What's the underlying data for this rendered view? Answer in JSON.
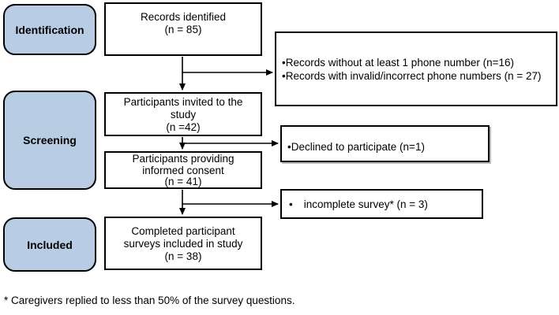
{
  "stages": {
    "identification": "Identification",
    "screening": "Screening",
    "included": "Included"
  },
  "flow_boxes": {
    "records": {
      "lines": [
        "Records identified",
        "(n = 85)"
      ]
    },
    "invited": {
      "lines": [
        "Participants invited to the",
        "study",
        "(n =42)"
      ]
    },
    "consent": {
      "lines": [
        "Participants providing",
        "informed consent",
        "(n = 41)"
      ]
    },
    "completed": {
      "lines": [
        "Completed participant",
        "surveys included in study",
        "(n = 38)"
      ]
    }
  },
  "exclusion_boxes": {
    "phone_numbers": {
      "lines": [
        "•Records without at least 1 phone number (n=16)",
        "•Records with invalid/incorrect phone numbers (n = 27)"
      ]
    },
    "declined": {
      "text": "•Declined to participate (n=1)"
    },
    "incomplete": {
      "bullet": "•",
      "text": "incomplete survey* (n = 3)"
    }
  },
  "footnote": "* Caregivers replied to less than 50% of the survey questions.",
  "colors": {
    "stage_fill": "#b8cce4",
    "border": "#000000",
    "background": "#ffffff"
  }
}
